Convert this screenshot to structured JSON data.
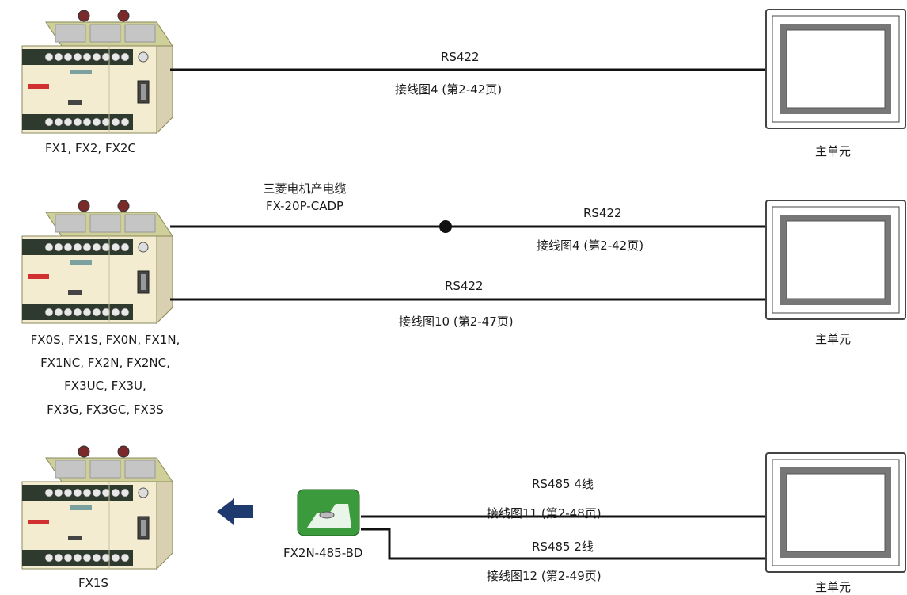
{
  "sections": [
    {
      "plc_label_lines": [
        "FX1, FX2, FX2C"
      ],
      "hmi_label": "主单元",
      "links": [
        {
          "protocol": "RS422",
          "wiring": "接线图4 (第2-42页)"
        }
      ]
    },
    {
      "plc_label_lines": [
        "FX0S, FX1S, FX0N, FX1N,",
        "FX1NC, FX2N, FX2NC,",
        "FX3UC, FX3U,",
        "FX3G, FX3GC, FX3S"
      ],
      "hmi_label": "主单元",
      "cable_lines": [
        "三菱电机产电缆",
        "FX-20P-CADP"
      ],
      "links": [
        {
          "protocol": "RS422",
          "wiring": "接线图4 (第2-42页)"
        },
        {
          "protocol": "RS422",
          "wiring": "接线图10 (第2-47页)"
        }
      ]
    },
    {
      "plc_label_lines": [
        "FX1S"
      ],
      "hmi_label": "主单元",
      "adapter_label": "FX2N-485-BD",
      "links": [
        {
          "protocol": "RS485 4线",
          "wiring": "接线图11 (第2-48页)"
        },
        {
          "protocol": "RS485 2线",
          "wiring": "接线图12 (第2-49页)"
        }
      ]
    }
  ],
  "colors": {
    "line": "#111111",
    "arrow": "#1f3a6e",
    "adapter": "#3b9a3b",
    "plc_body": "#f3ecd0",
    "plc_top": "#d8d8a0",
    "hmi_screen": "#ffffff"
  }
}
